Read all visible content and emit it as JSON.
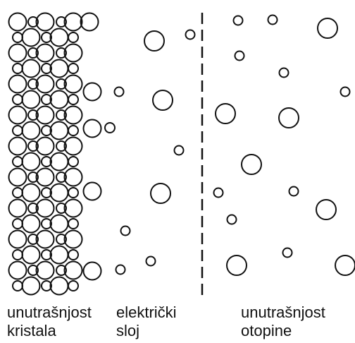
{
  "labels": {
    "crystal_interior": [
      "unutrašnjost",
      "kristala"
    ],
    "electric_layer": [
      "električki",
      "sloj"
    ],
    "solution_interior": [
      "unutrašnjost",
      "otopine"
    ]
  },
  "colors": {
    "stroke": "#111111",
    "background": "#ffffff"
  }
}
